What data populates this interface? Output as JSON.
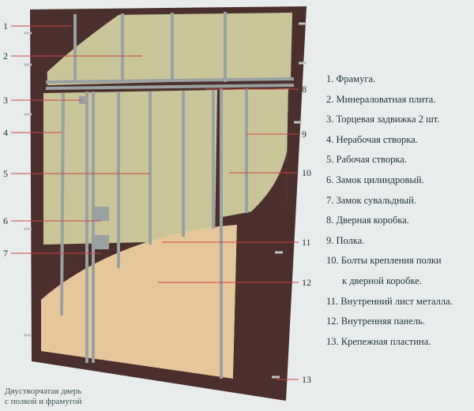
{
  "callouts": [
    "1",
    "2",
    "3",
    "4",
    "5",
    "6",
    "7",
    "8",
    "9",
    "10",
    "11",
    "12",
    "13"
  ],
  "legend": [
    "1. Фрамуга.",
    "2. Минераловатная плита.",
    "3. Торцевая задвижка 2 шт.",
    "4. Нерабочая створка.",
    "5. Рабочая створка.",
    "6. Замок цилиндровый.",
    "7. Замок сувальдный.",
    "8. Дверная коробка.",
    "9. Полка.",
    "10. Болты крепления полки",
    "к дверной коробке.",
    "11. Внутренний лист металла.",
    "12. Внутренняя панель.",
    "13. Крепежная пластина."
  ],
  "caption": [
    "Двустворчатая дверь",
    "с полкой и фрамугой"
  ],
  "colors": {
    "frame": "#4b2f2c",
    "insulation": "#c9c598",
    "panel": "#e6c79c",
    "steel": "#9aa1a0"
  }
}
